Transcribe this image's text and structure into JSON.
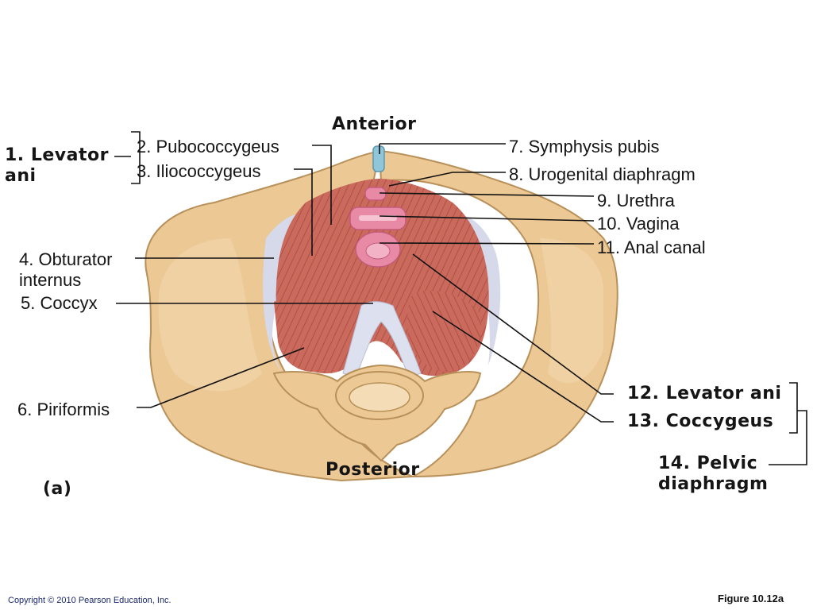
{
  "orientation": {
    "top": "Anterior",
    "bottom": "Posterior"
  },
  "labels": {
    "l1": "1. Levator ani",
    "l2": "2. Pubococcygeus",
    "l3": "3. Iliococcygeus",
    "l4": "4. Obturator internus",
    "l5": "5. Coccyx",
    "l6": "6. Piriformis",
    "l7": "7. Symphysis pubis",
    "l8": "8. Urogenital diaphragm",
    "l9": "9. Urethra",
    "l10": "10. Vagina",
    "l11": "11. Anal canal",
    "l12": "12. Levator ani",
    "l13": "13. Coccygeus",
    "l14": "14. Pelvic diaphragm"
  },
  "panel": "(a)",
  "footer": {
    "copyright": "Copyright © 2010 Pearson Education, Inc.",
    "figure": "Figure 10.12a"
  },
  "colors": {
    "bone": "#ecc894",
    "bone_edge": "#b8905a",
    "muscle": "#c96a5c",
    "muscle_dark": "#a94c42",
    "fascia": "#d6d9ea",
    "opening": "#e88aa6",
    "cartilage": "#8fc6da"
  }
}
